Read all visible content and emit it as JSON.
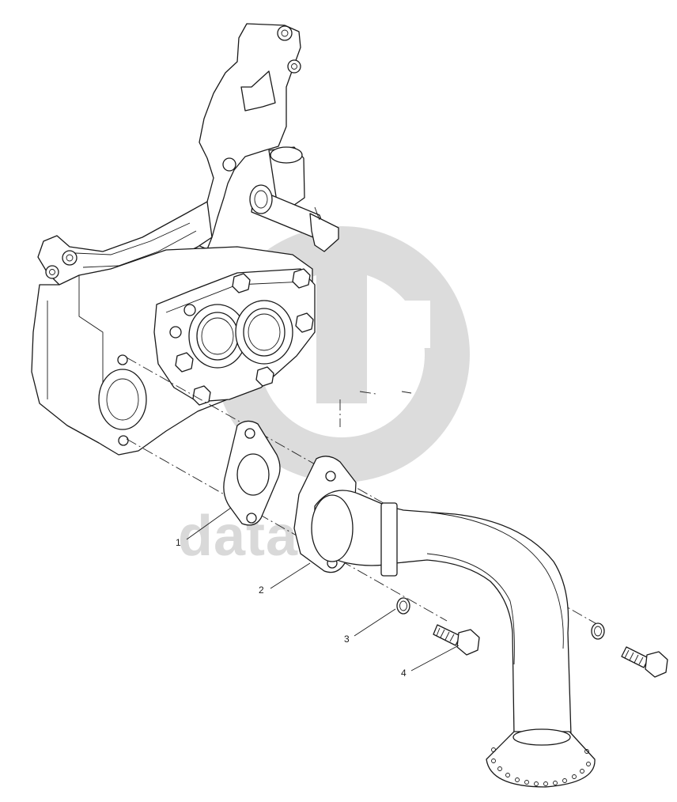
{
  "callouts": [
    {
      "id": "1",
      "label": "1"
    },
    {
      "id": "2",
      "label": "2"
    },
    {
      "id": "3",
      "label": "3"
    },
    {
      "id": "4",
      "label": "4"
    }
  ],
  "watermark": {
    "text": "data-parts",
    "color": "#d9d9d9"
  }
}
